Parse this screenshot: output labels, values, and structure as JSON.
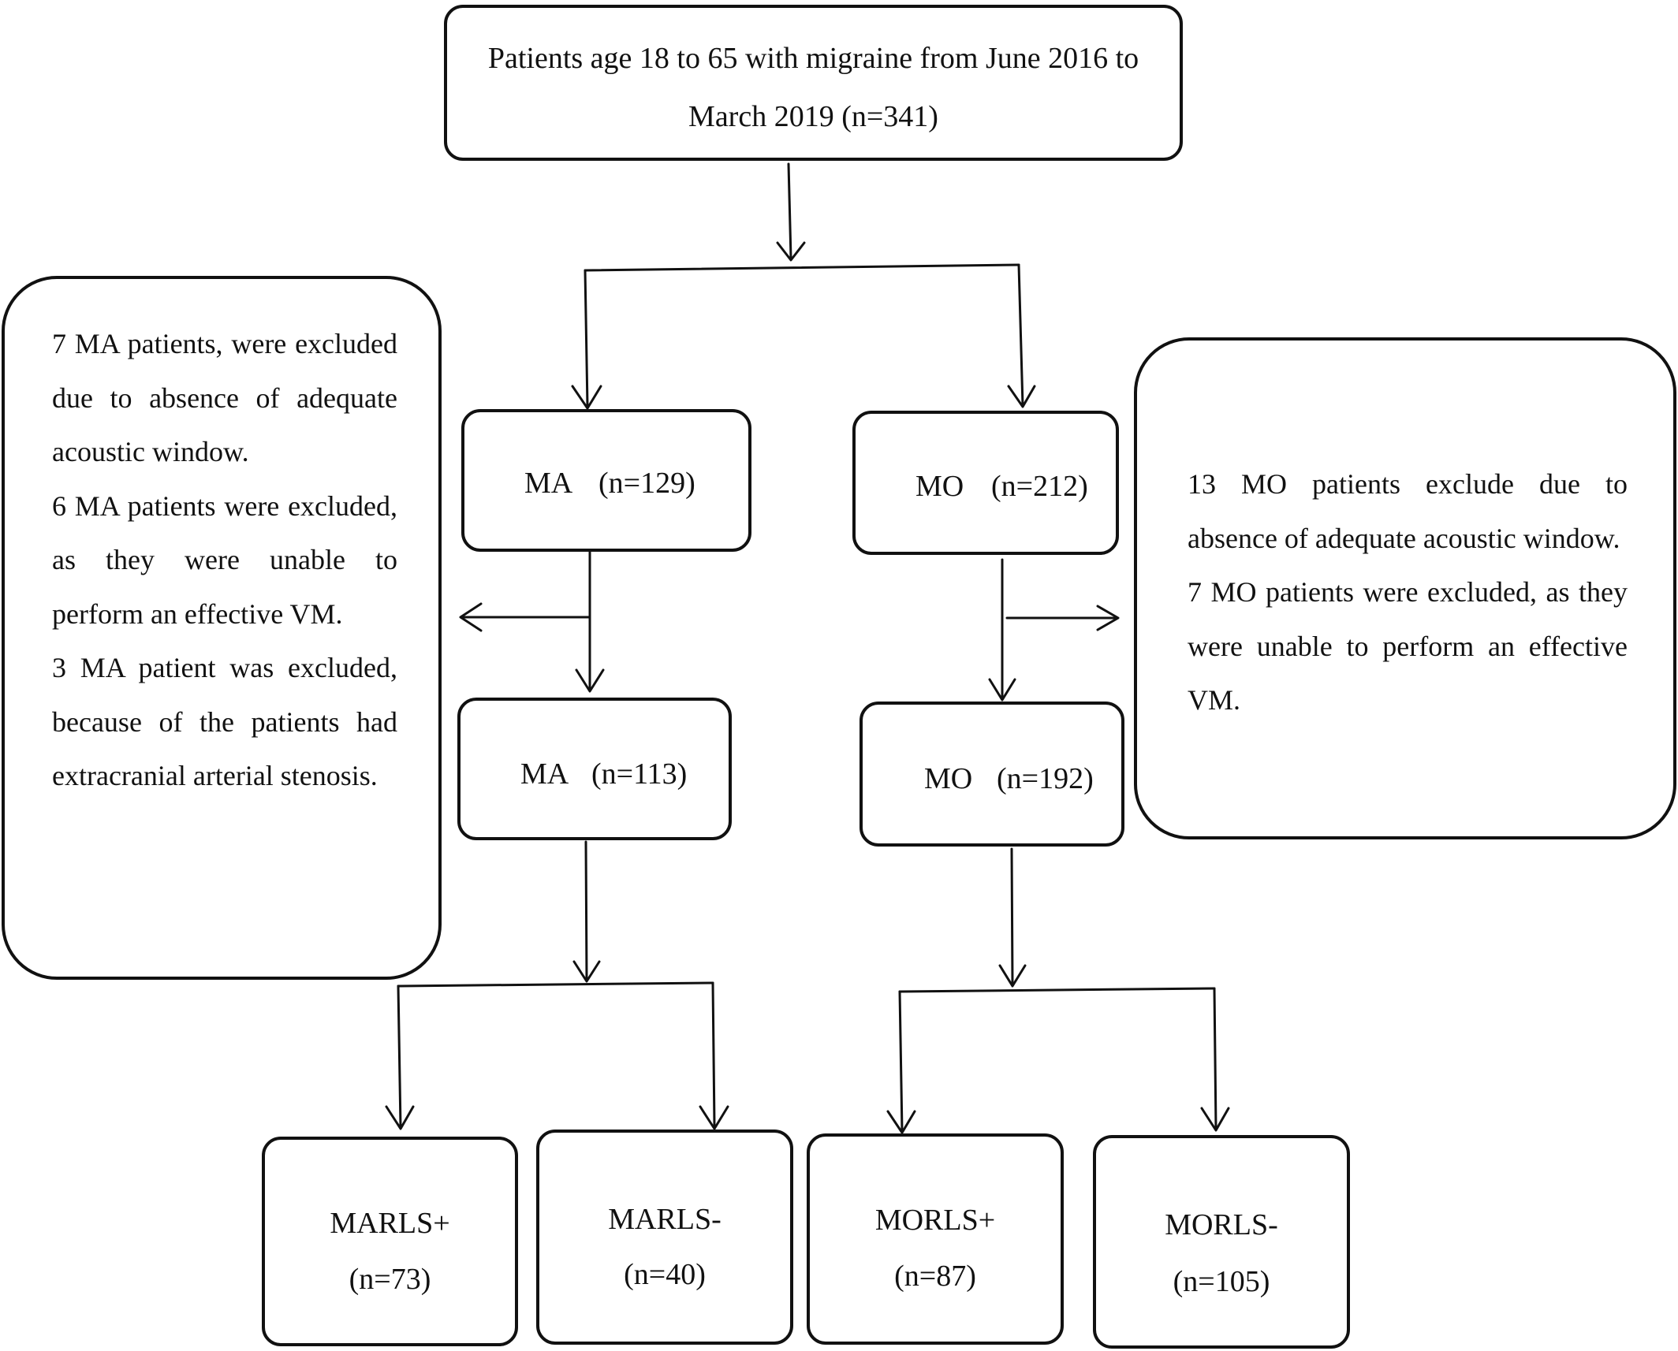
{
  "top": {
    "line1": "Patients age 18 to 65 with migraine from June 2016 to",
    "line2": "March 2019 (n=341)"
  },
  "ma1": {
    "name": "MA",
    "count": "(n=129)"
  },
  "mo1": {
    "name": "MO",
    "count": "(n=212)"
  },
  "ma2": {
    "name": "MA",
    "count": "(n=113)"
  },
  "mo2": {
    "name": "MO",
    "count": "(n=192)"
  },
  "ma_exclusions": [
    "7 MA patients, were excluded due to absence of adequate acoustic window.",
    "6 MA patients were excluded, as they were unable to perform an effective VM.",
    "3 MA patient was excluded, because of the patients had extracranial arterial stenosis."
  ],
  "mo_exclusions": [
    "13 MO patients exclude due to absence of adequate acoustic window.",
    "7 MO patients were excluded, as they were unable to perform an effective VM."
  ],
  "outcomes": [
    {
      "name": "MARLS+",
      "count": "(n=73)"
    },
    {
      "name": "MARLS-",
      "count": "(n=40)"
    },
    {
      "name": "MORLS+",
      "count": "(n=87)"
    },
    {
      "name": "MORLS-",
      "count": "(n=105)"
    }
  ]
}
